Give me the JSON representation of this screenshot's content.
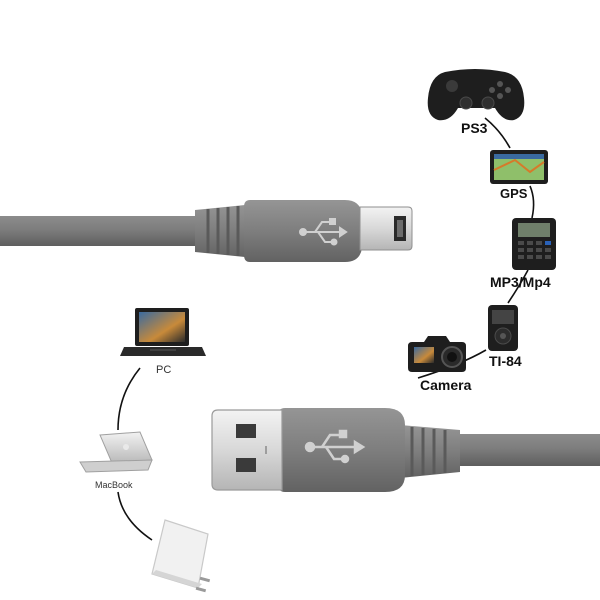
{
  "colors": {
    "cable": "#7d7d7d",
    "cable_dark": "#5f5f5f",
    "cable_light": "#9a9a9a",
    "metal": "#d9d9d9",
    "metal_dark": "#a9a9a9",
    "device": "#1e1e1e",
    "connector_line": "#111111"
  },
  "cable": {
    "usb_symbol": "usb-trident-icon"
  },
  "devices_right": [
    {
      "label": "PS3",
      "icon": "gamepad-icon"
    },
    {
      "label": "GPS",
      "icon": "gps-navigator-icon"
    },
    {
      "label": "MP3/Mp4",
      "icon": "graphing-calculator-icon"
    },
    {
      "label": "TI-84",
      "icon": "mp3-player-icon"
    },
    {
      "label": "Camera",
      "icon": "dslr-camera-icon"
    }
  ],
  "devices_left": [
    {
      "label": "PC",
      "icon": "laptop-icon"
    },
    {
      "label": "MacBook",
      "icon": "macbook-icon"
    },
    {
      "label": "",
      "icon": "wall-charger-icon"
    }
  ]
}
